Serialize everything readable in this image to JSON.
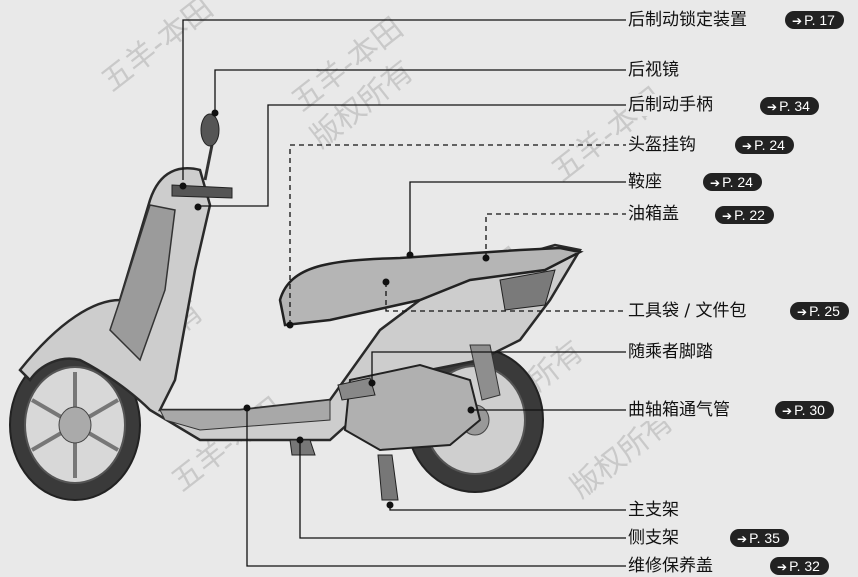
{
  "callouts": [
    {
      "label": "后制动锁定装置",
      "page_ref": "P. 17"
    },
    {
      "label": "后视镜",
      "page_ref": ""
    },
    {
      "label": "后制动手柄",
      "page_ref": "P. 34"
    },
    {
      "label": "头盔挂钩",
      "page_ref": "P. 24"
    },
    {
      "label": "鞍座",
      "page_ref": "P. 24"
    },
    {
      "label": "油箱盖",
      "page_ref": "P. 22"
    },
    {
      "label": "工具袋 / 文件包",
      "page_ref": "P. 25"
    },
    {
      "label": "随乘者脚踏",
      "page_ref": ""
    },
    {
      "label": "曲轴箱通气管",
      "page_ref": "P. 30"
    },
    {
      "label": "主支架",
      "page_ref": ""
    },
    {
      "label": "侧支架",
      "page_ref": "P. 35"
    },
    {
      "label": "维修保养盖",
      "page_ref": "P. 32"
    }
  ],
  "watermark": {
    "line1": "五羊-本田",
    "line2": "版权所有"
  }
}
